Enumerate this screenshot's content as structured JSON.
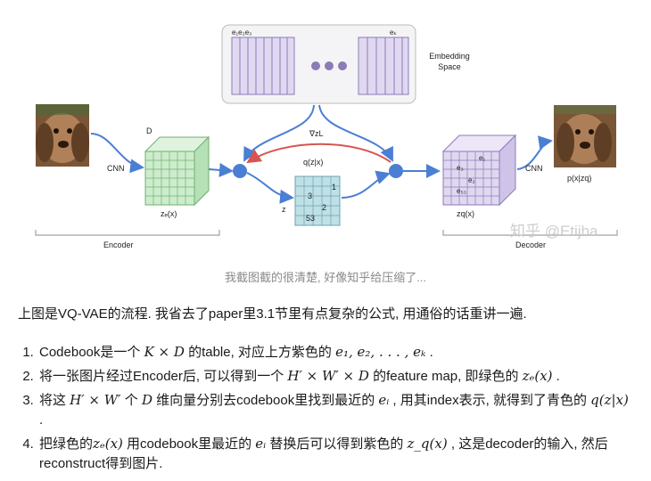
{
  "figure": {
    "embedding_e_labels": "e₁e₂e₃",
    "embedding_ek_label": "eₖ",
    "embedding_space_line1": "Embedding",
    "embedding_space_line2": "Space",
    "cnn_left": "CNN",
    "d_label": "D",
    "ze_label": "zₑ(x)",
    "grad_label": "∇zL",
    "qzx_label": "q(z|x)",
    "z_label": "z",
    "grid_values": [
      "1",
      "3",
      "2",
      "53"
    ],
    "decoder_values": [
      "e₁",
      "e₃",
      "e₂",
      "e₅₃"
    ],
    "zq_label": "zq(x)",
    "cnn_right": "CNN",
    "pxzq_label": "p(x|zq)",
    "encoder_label": "Encoder",
    "decoder_label": "Decoder",
    "watermark": "知乎 @Etijha",
    "colors": {
      "purple_fill": "#e0d8f0",
      "purple_stroke": "#8b7bb8",
      "green_fill": "#cdeccd",
      "green_stroke": "#6fb06f",
      "teal_fill": "#bfe0e6",
      "blue_node": "#4a7fd4",
      "arrow_blue": "#4a7fd4",
      "arrow_red": "#d9534f"
    }
  },
  "caption": "我截图截的很清楚, 好像知乎给压缩了...",
  "intro": "上图是VQ-VAE的流程. 我省去了paper里3.1节里有点复杂的公式, 用通俗的话重讲一遍.",
  "steps": {
    "s1": {
      "a": "Codebook是一个 ",
      "m1": "K × D",
      "b": " 的table, 对应上方紫色的 ",
      "m2": "e₁, e₂, . . . , eₖ",
      "c": " ."
    },
    "s2": {
      "a": "将一张图片经过Encoder后, 可以得到一个 ",
      "m1": "H′ × W′ × D",
      "b": " 的feature map, 即绿色的 ",
      "m2": "zₑ(x)",
      "c": " ."
    },
    "s3": {
      "a": "将这 ",
      "m1": "H′ × W′",
      "b": " 个 ",
      "m2": "D",
      "c": " 维向量分别去codebook里找到最近的 ",
      "m3": "eᵢ",
      "d": " , 用其index表示, 就得到了青色的 ",
      "m4": "q(z|x)",
      "e": " ."
    },
    "s4": {
      "a": "把绿色的",
      "m1": "zₑ(x)",
      "b": " 用codebook里最近的 ",
      "m2": "eᵢ",
      "c": " 替换后可以得到紫色的 ",
      "m3": "z_q(x)",
      "d": " , 这是decoder的输入, 然后reconstruct得到图片."
    }
  }
}
